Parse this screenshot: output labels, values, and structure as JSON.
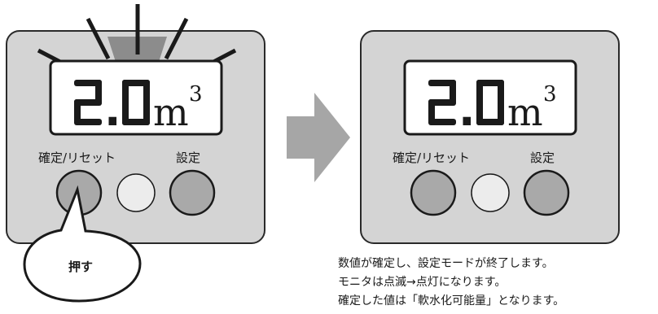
{
  "left_panel": {
    "display_value": "2",
    "display_decimal": "0",
    "display_unit": "m",
    "display_exponent": "3",
    "button_left_label": "確定/リセット",
    "button_right_label": "設定",
    "callout_text": "押す"
  },
  "right_panel": {
    "display_value": "2",
    "display_decimal": "0",
    "display_unit": "m",
    "display_exponent": "3",
    "button_left_label": "確定/リセット",
    "button_right_label": "設定"
  },
  "caption": {
    "line1": "数値が確定し、設定モードが終了します。",
    "line2": "モニタは点滅→点灯になります。",
    "line3": "確定した値は「軟水化可能量」となります。"
  },
  "colors": {
    "panel": "#d4d4d4",
    "display": "#ffffff",
    "button_gray": "#a9a9a9",
    "button_light": "#ececec",
    "arrow": "#a6a6a6",
    "flash": "#8c8c8c"
  }
}
